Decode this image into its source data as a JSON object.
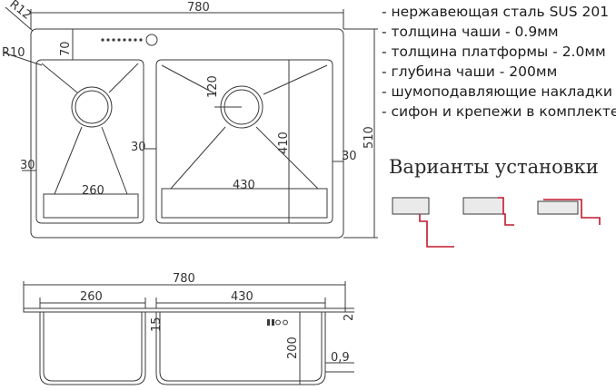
{
  "top_view": {
    "overall_width": "780",
    "overall_height": "510",
    "corner_radius": "R12",
    "bowl_radius": "R10",
    "platform_depth": "70",
    "left_bowl_width": "260",
    "right_bowl_width": "430",
    "right_bowl_length": "410",
    "drain_offset": "120",
    "side_margin_left": "30",
    "side_margin_middle": "30",
    "side_margin_right": "30"
  },
  "side_view": {
    "overall_width": "780",
    "left_bowl_width": "260",
    "right_bowl_width": "430",
    "divider_height": "15",
    "bowl_depth": "200",
    "platform_thickness": "2",
    "steel_thickness": "0,9"
  },
  "specs": [
    "- нержавеющая сталь SUS 201",
    "- толщина чаши - 0.9мм",
    "- толщина платформы - 2.0мм",
    "- глубина чаши - 200мм",
    "- шумоподавляющие накладки",
    "- сифон и крепежи в комплекте"
  ],
  "install": {
    "title": "Варианты установки",
    "accent_color": "#c0182f",
    "countertop_color": "#eaeaea"
  },
  "colors": {
    "line": "#3a3a3a"
  }
}
